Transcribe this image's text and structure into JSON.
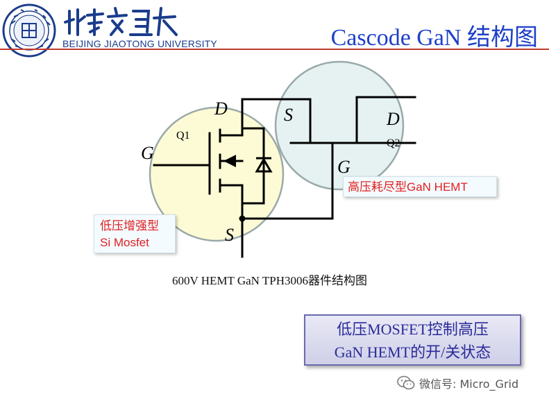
{
  "header": {
    "university_en": "BEIJING JIAOTONG UNIVERSITY",
    "slide_title": "Cascode GaN 结构图",
    "accent_color": "#c0392b",
    "title_color": "#1e40c8"
  },
  "diagram": {
    "q1": {
      "label": "Q1",
      "d": "D",
      "g": "G",
      "s": "S",
      "circle_color": "#fdfbd0"
    },
    "q2": {
      "label": "Q2",
      "d": "D",
      "g": "G",
      "s": "S",
      "circle_color": "#e6f2f2"
    },
    "hemt_label": "高压耗尽型GaN HEMT",
    "mosfet_label_line1": "低压增强型",
    "mosfet_label_line2": "Si Mosfet"
  },
  "caption": "600V HEMT GaN TPH3006器件结构图",
  "note": {
    "line1": "低压MOSFET控制高压",
    "line2": "GaN HEMT的开/关状态"
  },
  "watermark": {
    "icon": "wechat-icon",
    "text": "微信号: Micro_Grid"
  }
}
